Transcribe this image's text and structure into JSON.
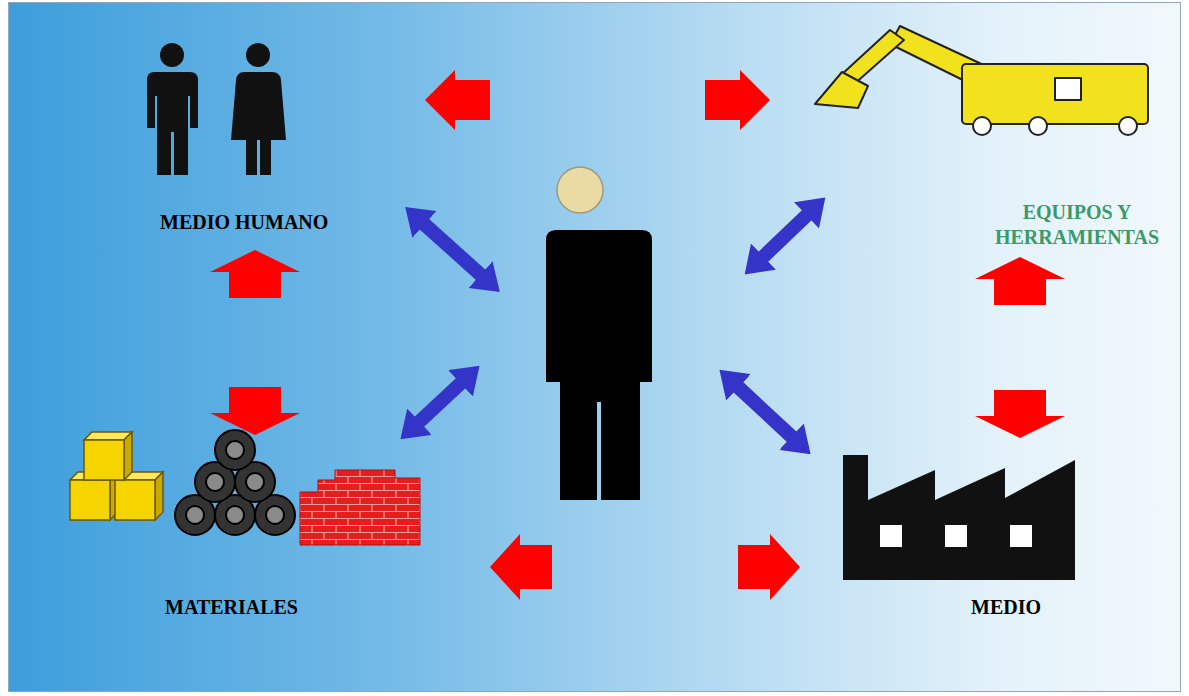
{
  "diagram": {
    "nodes": [
      {
        "text": [
          "MEDIO HUMANO"
        ]
      },
      {
        "text": [
          "EQUIPOS Y HERRAMIENTAS"
        ]
      },
      {
        "text": [
          "MATERIALES"
        ]
      },
      {
        "text": [
          "MEDIO"
        ]
      }
    ],
    "edges": [
      {
        "from": 0,
        "to": 1,
        "arrow": "both"
      },
      {
        "from": 0,
        "to": 2,
        "arrow": "both"
      },
      {
        "from": 1,
        "to": 3,
        "arrow": "both"
      },
      {
        "from": 2,
        "to": 3,
        "arrow": "both"
      }
    ]
  }
}
